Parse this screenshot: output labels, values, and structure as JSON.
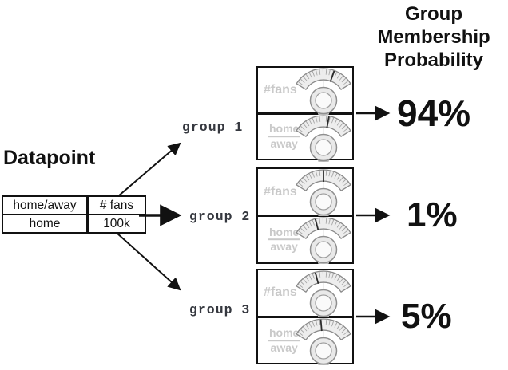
{
  "title": "Group Membership Probability",
  "datapoint": {
    "heading": "Datapoint",
    "table": {
      "headers": [
        "home/away",
        "# fans"
      ],
      "row": [
        "home",
        "100k"
      ]
    }
  },
  "dial_labels": {
    "fans": "#fans",
    "home": "home",
    "away": "away"
  },
  "groups": [
    {
      "label": "group 1",
      "probability": "94%",
      "needle_angles": {
        "fans": 20,
        "home_away": 10
      }
    },
    {
      "label": "group 2",
      "probability": "1%",
      "needle_angles": {
        "fans": 0,
        "home_away": -15
      }
    },
    {
      "label": "group 3",
      "probability": "5%",
      "needle_angles": {
        "fans": -15,
        "home_away": -5
      }
    }
  ],
  "colors": {
    "line_black": "#111111",
    "muted_label_gray": "#c9c9c9",
    "group_label_color": "#35383f"
  }
}
